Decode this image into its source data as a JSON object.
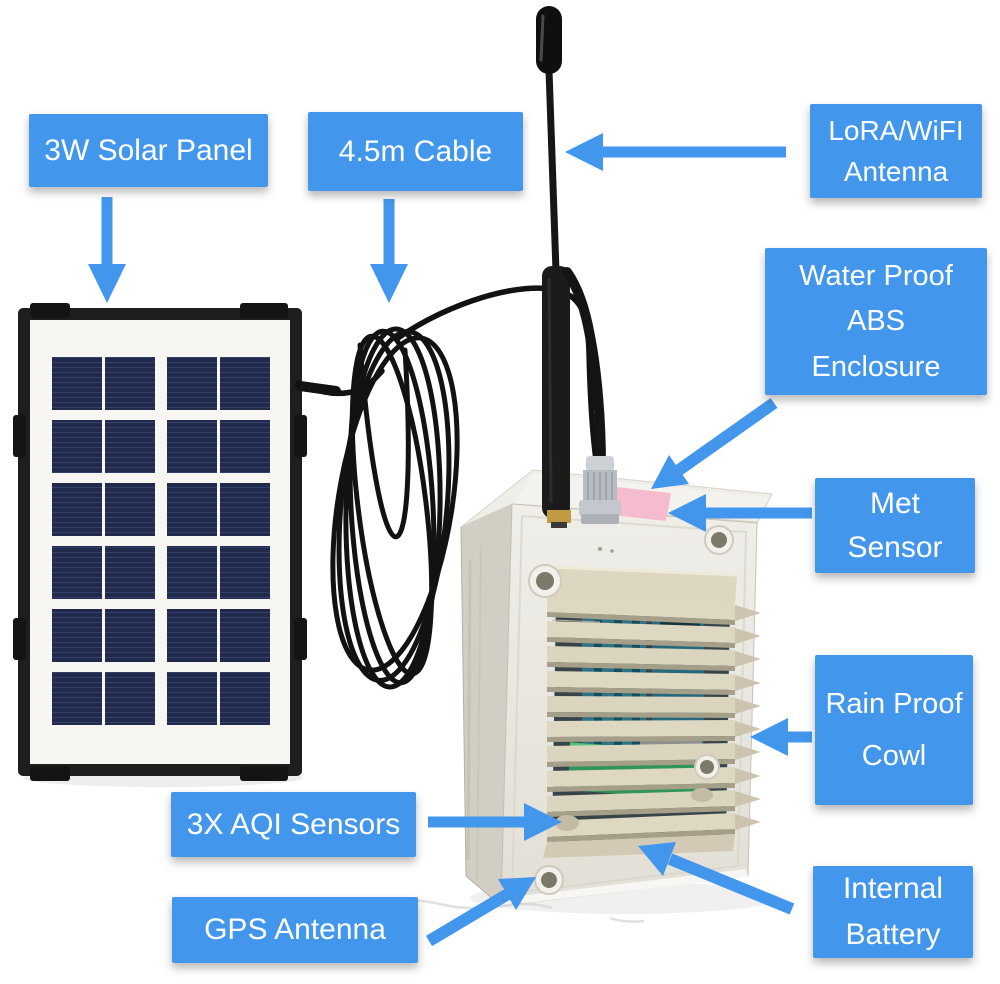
{
  "annotation_labels": [
    {
      "name": "solar-panel",
      "lines": [
        "3W Solar Panel"
      ]
    },
    {
      "name": "cable",
      "lines": [
        "4.5m Cable"
      ]
    },
    {
      "name": "lora-wifi-antenna",
      "lines": [
        "LoRA/WiFI",
        "Antenna"
      ]
    },
    {
      "name": "waterproof-abs-enclosure",
      "lines": [
        "Water Proof",
        "ABS",
        "Enclosure"
      ]
    },
    {
      "name": "met-sensor",
      "lines": [
        "Met",
        "Sensor"
      ]
    },
    {
      "name": "rain-proof-cowl",
      "lines": [
        "Rain Proof",
        "Cowl"
      ]
    },
    {
      "name": "aqi-sensors",
      "lines": [
        "3X AQI Sensors"
      ]
    },
    {
      "name": "gps-antenna",
      "lines": [
        "GPS Antenna"
      ]
    },
    {
      "name": "internal-battery",
      "lines": [
        "Internal",
        "Battery"
      ]
    }
  ],
  "photo_objects": [
    "solar-panel-photo",
    "coiled-cable-photo",
    "whip-antenna-photo",
    "met-sensor-whip-photo",
    "abs-enclosure-photo",
    "louvered-cowl-photo",
    "pink-tape-marker"
  ],
  "colors": {
    "background": "#FFFFFF",
    "label_background": "#4296EC",
    "label_text": "#FFFFFF",
    "arrow": "#4297ED",
    "solar_cell": "#212A4B",
    "solar_frame": "#1E1E1E",
    "enclosure_front": "#EAE8E2",
    "enclosure_side": "#D2CEC4",
    "cowl": "#DED7C2",
    "tape_pink": "#F5BCCF",
    "antenna_black": "#1B1B1B",
    "sma_gold": "#C09B44",
    "pcb_green": "#2F9558",
    "sensor_teal": "#2D7286"
  }
}
